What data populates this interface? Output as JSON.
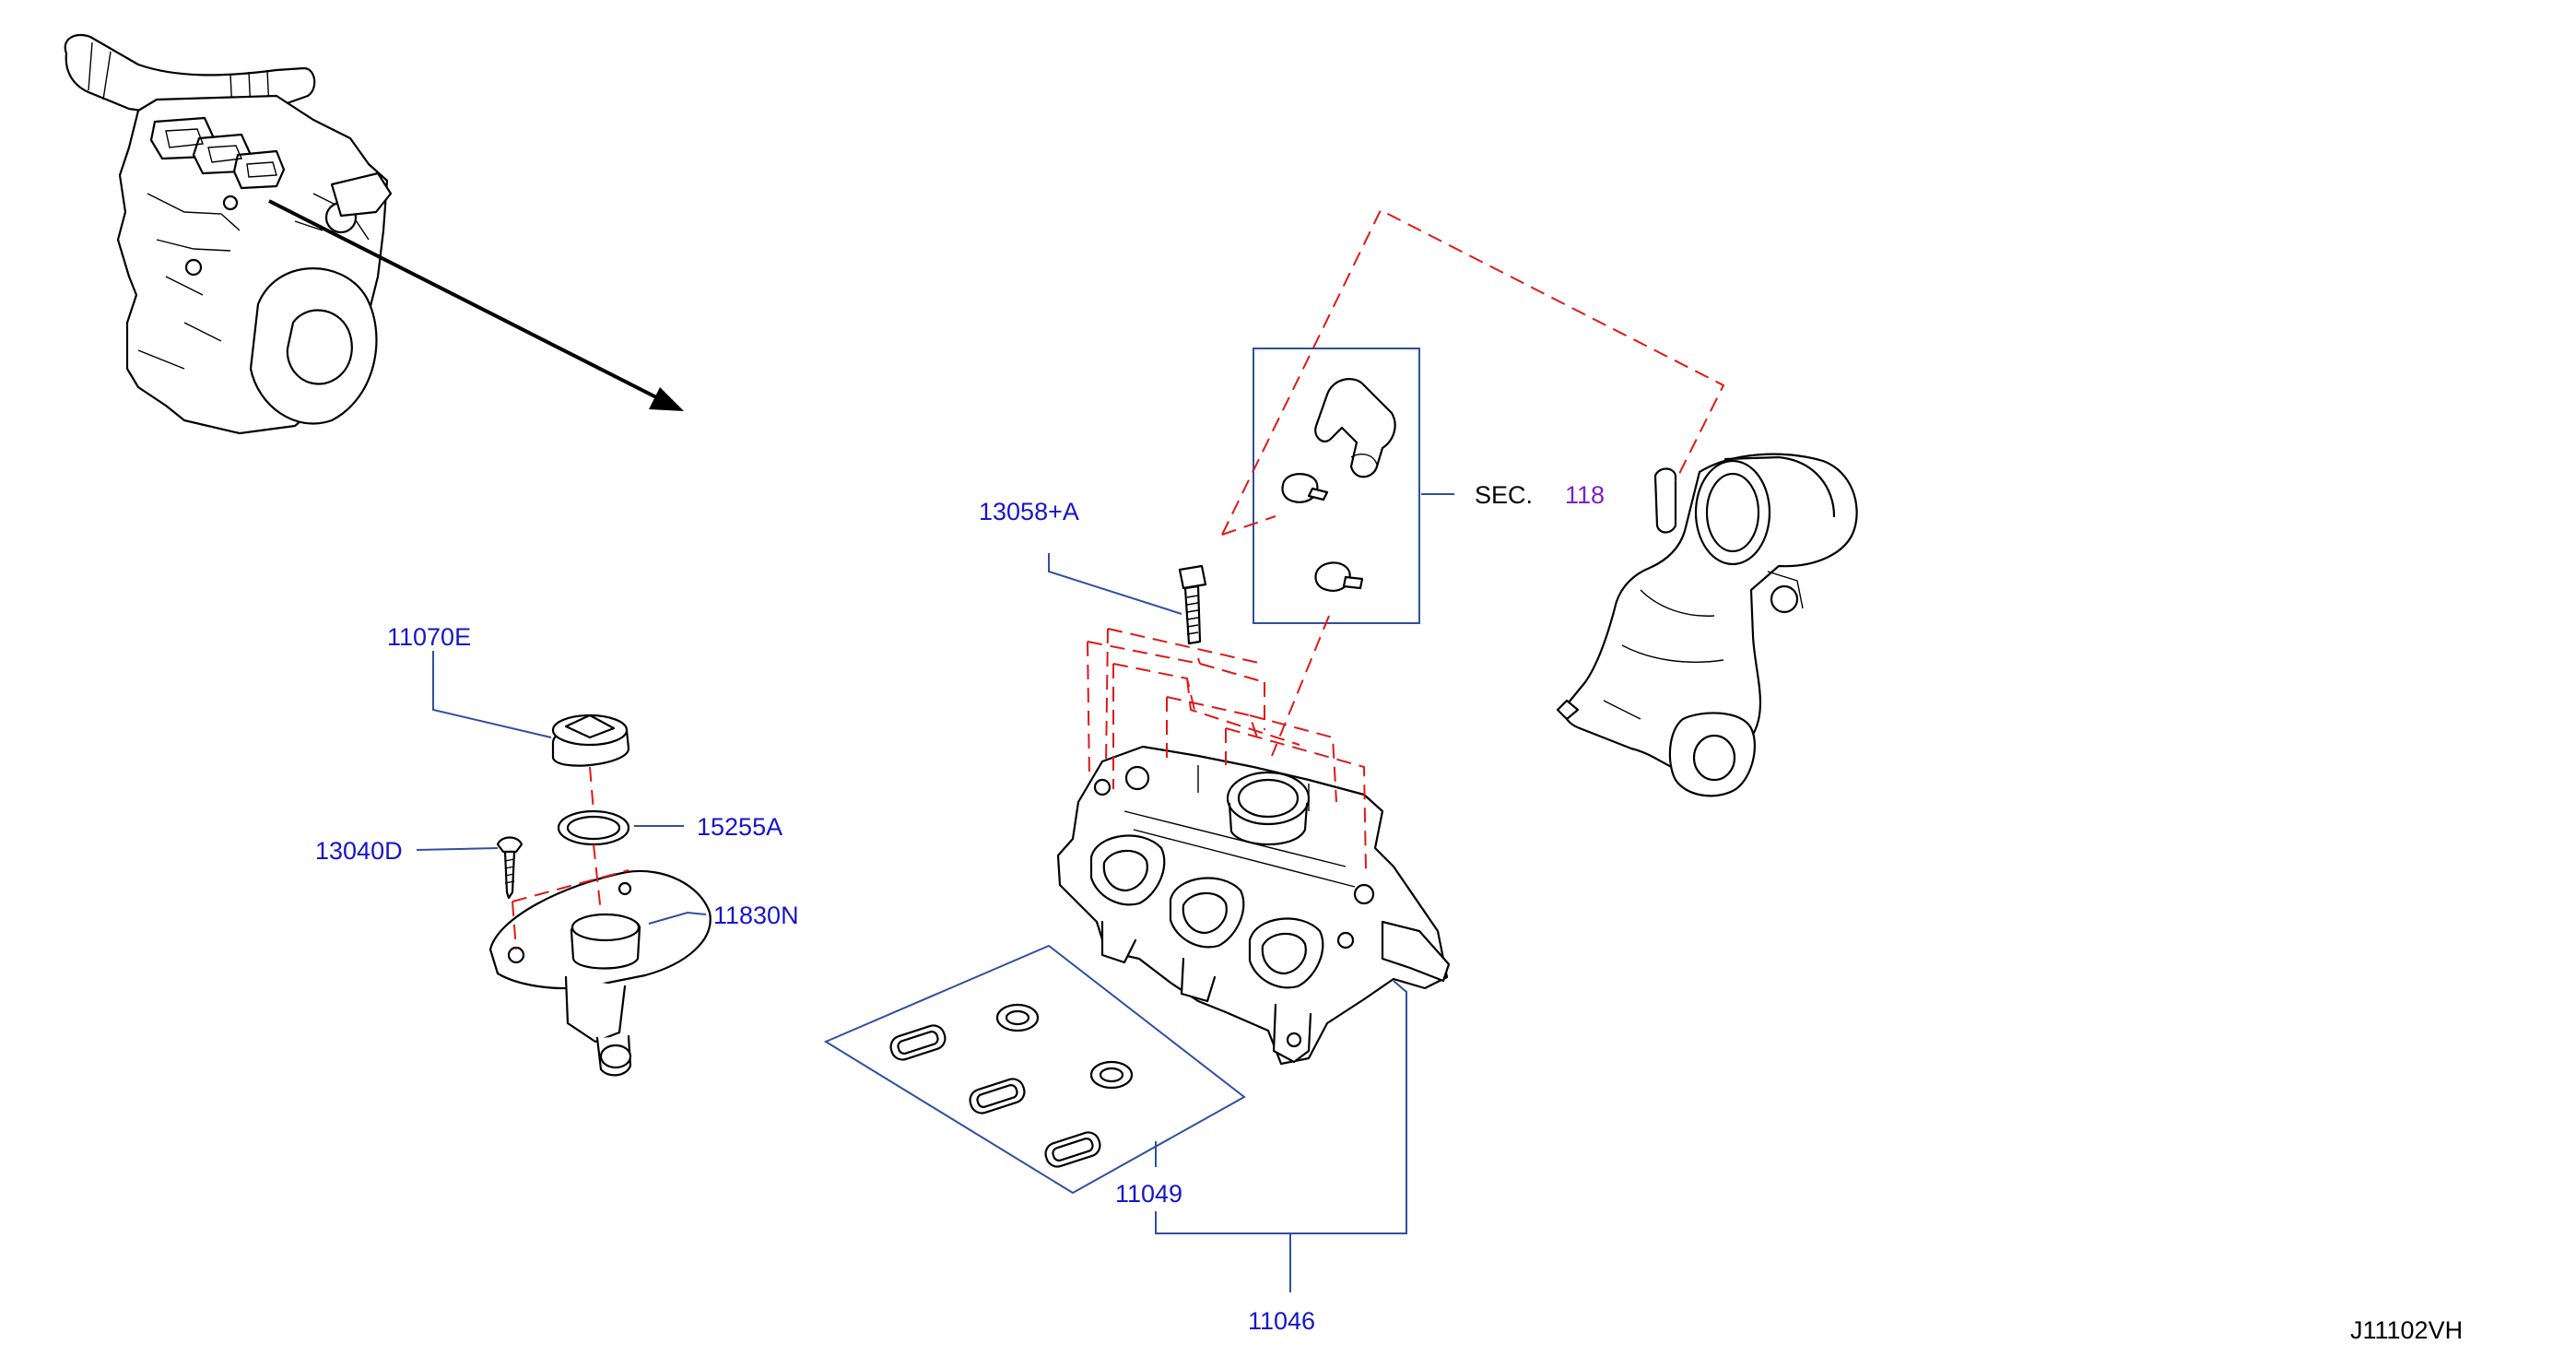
{
  "drawing_code": "J11102VH",
  "section_ref": {
    "prefix": "SEC.",
    "number": "118"
  },
  "callouts": [
    {
      "id": "p11070E",
      "label": "11070E"
    },
    {
      "id": "p13040D",
      "label": "13040D"
    },
    {
      "id": "p15255A",
      "label": "15255A"
    },
    {
      "id": "p11830N",
      "label": "11830N"
    },
    {
      "id": "p13058A",
      "label": "13058+A"
    },
    {
      "id": "p11049",
      "label": "11049"
    },
    {
      "id": "p11046",
      "label": "11046"
    }
  ],
  "colors": {
    "part_label": "#1515cc",
    "section_number": "#7a22cc",
    "leader_line": "#2f4fa0",
    "phantom_line": "#e01818"
  }
}
